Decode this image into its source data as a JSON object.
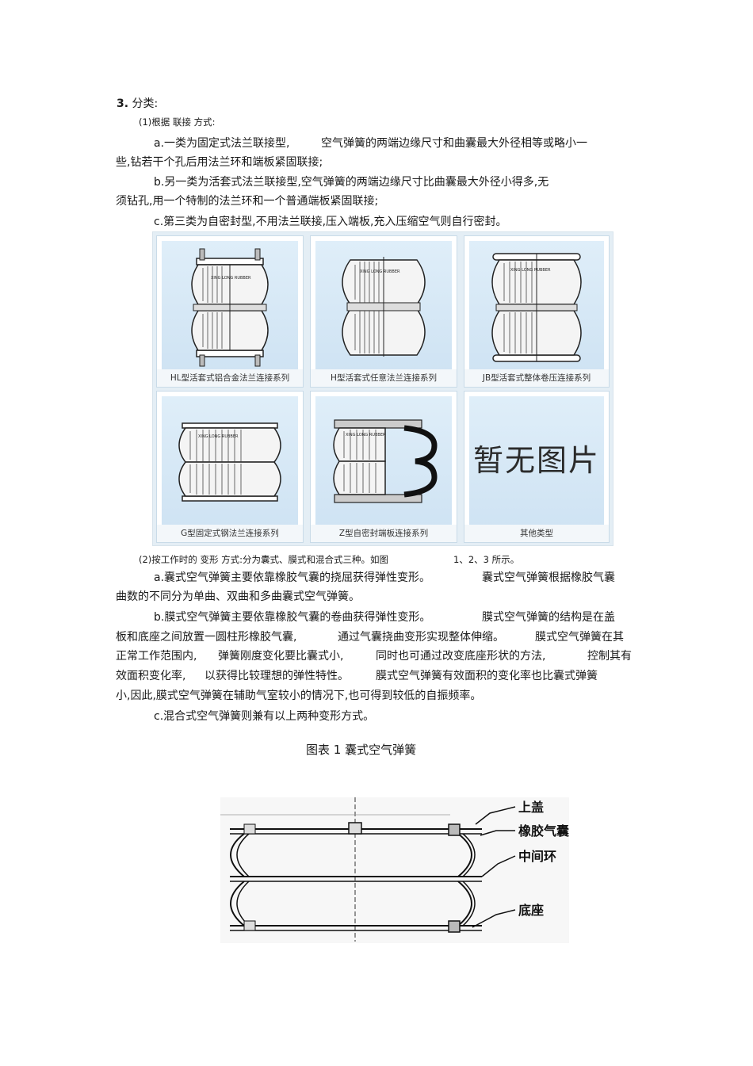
{
  "section": {
    "number": "3.",
    "title": "分类:"
  },
  "sub1": {
    "heading": "(1)根据 联接 方式:",
    "a_line1_left": "a.一类为固定式法兰联接型,",
    "a_line1_right": "空气弹簧的两端边缘尺寸和曲囊最大外径相等或略小一",
    "a_line2": "些,钻若干个孔后用法兰环和端板紧固联接;",
    "b_line1": "b.另一类为活套式法兰联接型,空气弹簧的两端边缘尺寸比曲囊最大外径小得多,无",
    "b_line2": "须钻孔,用一个特制的法兰环和一个普通端板紧固联接;",
    "c_line": "c.第三类为自密封型,不用法兰联接,压入端板,充入压缩空气则自行密封。"
  },
  "catalog": {
    "brand_text": "XING LONG RUBBER",
    "no_image_text": "暂无图片",
    "captions": [
      "HL型活套式铝合金法兰连接系列",
      "H型活套式任意法兰连接系列",
      "JB型活套式整体卷压连接系列",
      "G型固定式钢法兰连接系列",
      "Z型自密封端板连接系列",
      "其他类型"
    ]
  },
  "sub2": {
    "heading_left": "(2)按工作时的 变形 方式:分为囊式、膜式和混合式三种。如图",
    "heading_right": "1、2、3 所示。",
    "a_line1_left": "a.囊式空气弹簧主要依靠橡胶气囊的挠屈获得弹性变形。",
    "a_line1_right": "囊式空气弹簧根据橡胶气囊",
    "a_line2": "曲数的不同分为单曲、双曲和多曲囊式空气弹簧。",
    "b_line1_left": "b.膜式空气弹簧主要依靠橡胶气囊的卷曲获得弹性变形。",
    "b_line1_right": "膜式空气弹簧的结构是在盖",
    "b_line2_a": "板和底座之间放置一圆柱形橡胶气囊,",
    "b_line2_b": "通过气囊挠曲变形实现整体伸缩。",
    "b_line2_c": "膜式空气弹簧在其",
    "b_line3_a": "正常工作范围内,",
    "b_line3_b": "弹簧刚度变化要比囊式小,",
    "b_line3_c": "同时也可通过改变底座形状的方法,",
    "b_line3_d": "控制其有",
    "b_line4_a": "效面积变化率,",
    "b_line4_b": "以获得比较理想的弹性特性。",
    "b_line4_c": "膜式空气弹簧有效面积的变化率也比囊式弹簧",
    "b_line5": "小,因此,膜式空气弹簧在辅助气室较小的情况下,也可得到较低的自振频率。",
    "c_line": "c.混合式空气弹簧则兼有以上两种变形方式。"
  },
  "figure1": {
    "caption": "图表 1 囊式空气弹簧",
    "labels": [
      "上盖",
      "橡胶气囊",
      "中间环",
      "底座"
    ]
  }
}
